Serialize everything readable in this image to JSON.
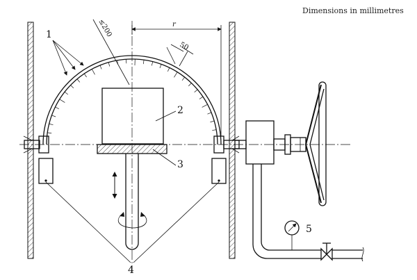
{
  "caption": "Dimensions in millimetres",
  "labels": {
    "l1": "1",
    "l2": "2",
    "l3": "3",
    "l4": "4",
    "l5": "5"
  },
  "dimensions": {
    "radius_symbol": "r",
    "arc_radius": "≤200",
    "tick_pitch": "50"
  }
}
